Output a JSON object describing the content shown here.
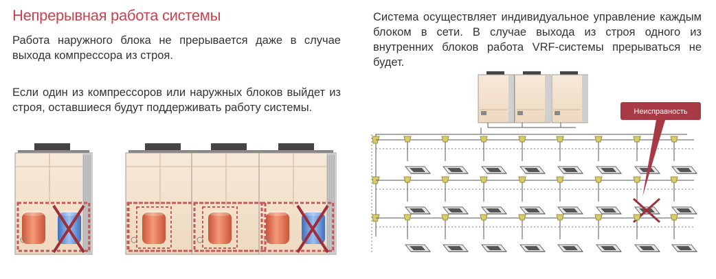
{
  "left": {
    "title": "Непрерывная работа системы",
    "paragraph1": "Работа наружного блока не прерывается даже в случае выхода компрессора из строя.",
    "paragraph2": "Если один из компрессоров или наружных блоков выйдет из строя, оставшиеся будут поддерживать работу системы."
  },
  "right": {
    "paragraph": "Система осуществляет индивидуальное управление каждым блоком в сети. В случае выхода из строя одного из внутренних блоков работа VRF-системы прерываться не будет.",
    "fault_label": "Неисправность"
  },
  "colors": {
    "title_red": "#c9434f",
    "fault_red": "#a83a45",
    "cross_red": "#9e2f3a",
    "compressor_orange": "#e8734f",
    "compressor_blue": "#5b8fd6",
    "pipe_yellow": "#d9cc6a"
  }
}
